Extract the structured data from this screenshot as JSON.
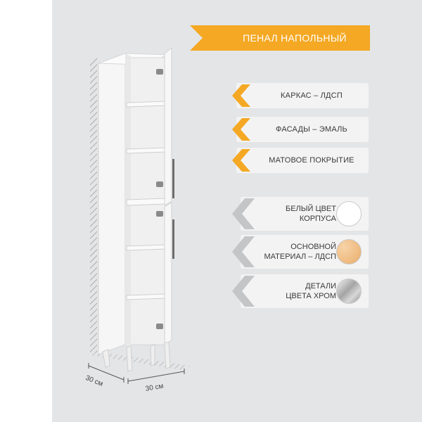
{
  "banner": {
    "title": "ПЕНАЛ НАПОЛЬНЫЙ",
    "color": "#f4a823"
  },
  "features": [
    {
      "label": "КАРКАС – ЛДСП",
      "accent": "#f4a823"
    },
    {
      "label": "ФАСАДЫ – ЭМАЛЬ",
      "accent": "#f4a823"
    },
    {
      "label": "МАТОВОЕ ПОКРЫТИЕ",
      "accent": "#f4a823"
    }
  ],
  "specs": [
    {
      "line1": "БЕЛЫЙ ЦВЕТ",
      "line2": "КОРПУСА",
      "swatch": "white-swatch",
      "swatch_color": "#ffffff"
    },
    {
      "line1": "ОСНОВНОЙ",
      "line2": "МАТЕРИАЛ – ЛДСП",
      "swatch": "chipboard-swatch",
      "swatch_color": "#f2c48f"
    },
    {
      "line1": "ДЕТАЛИ",
      "line2": "ЦВЕТА ХРОМ",
      "swatch": "chrome-swatch",
      "swatch_color": "#c0c0c0"
    }
  ],
  "dimensions": {
    "depth": "30 см",
    "width": "30 см"
  },
  "colors": {
    "panel_bg": "#e4e5e7",
    "chevron_gray": "#c4c5c7",
    "text": "#3a3a3a"
  }
}
